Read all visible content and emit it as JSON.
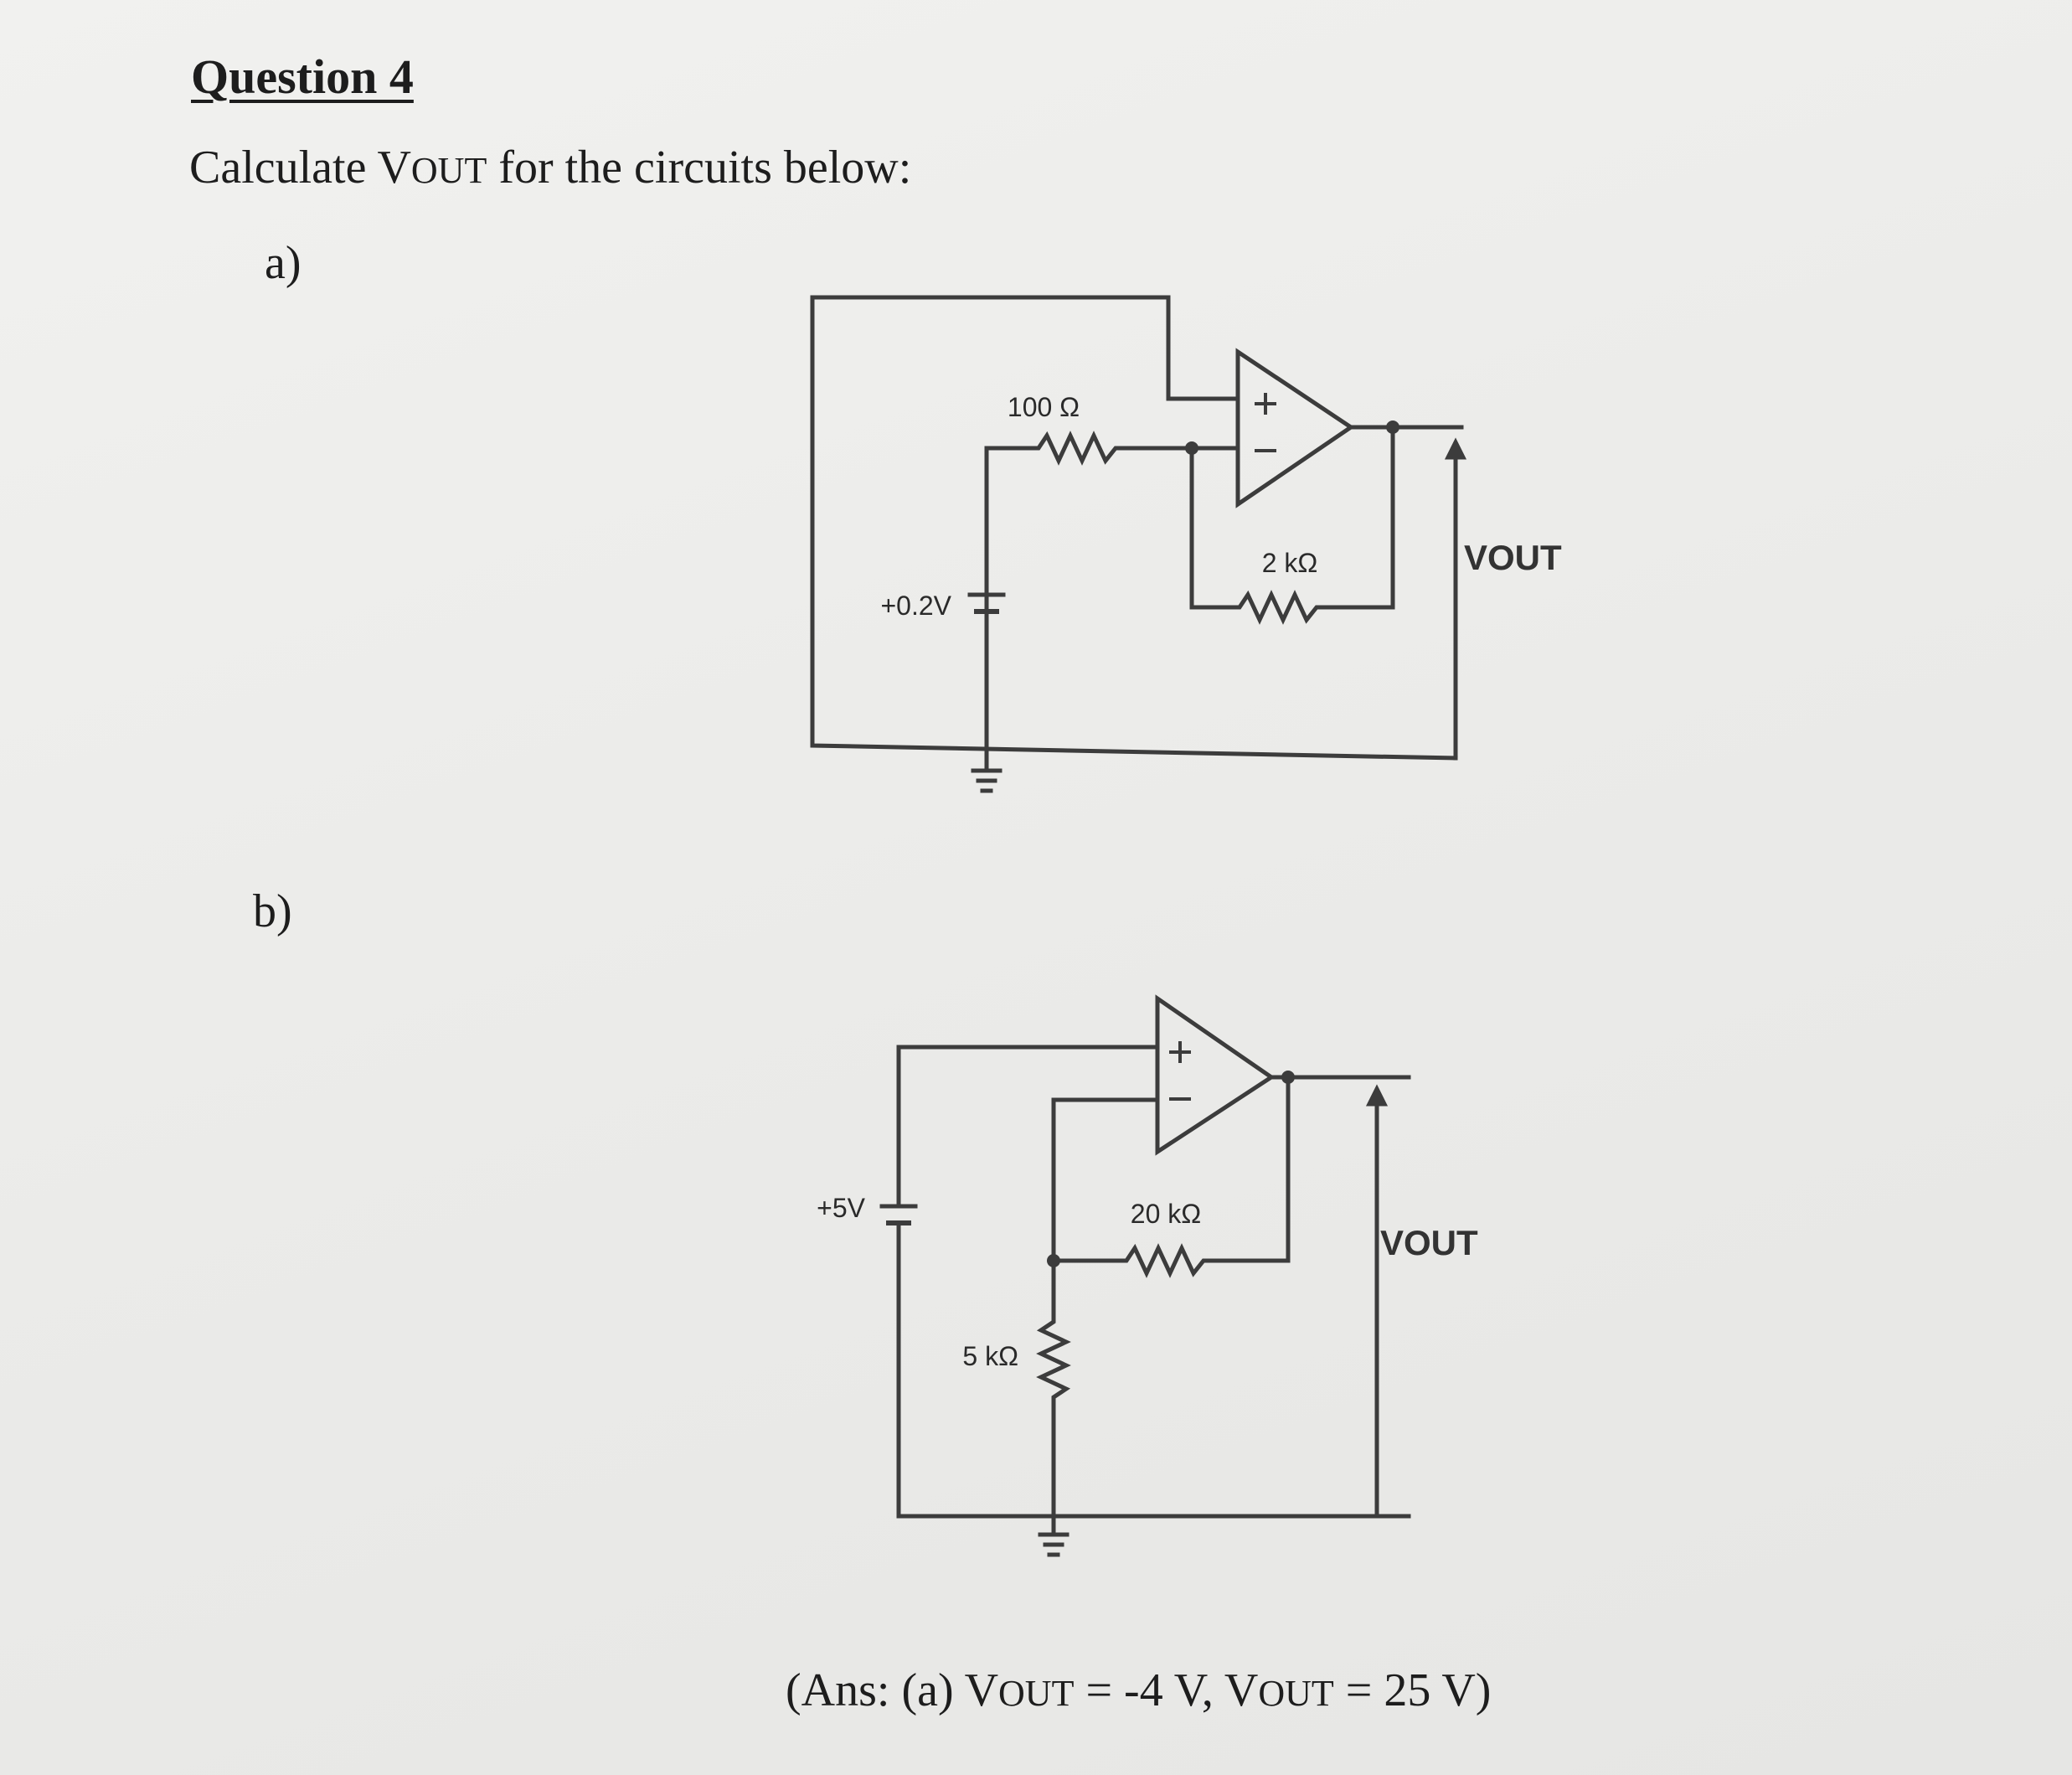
{
  "question": {
    "heading": "Question 4",
    "prompt_before": "Calculate V",
    "prompt_sub": "OUT",
    "prompt_after": " for the circuits below:"
  },
  "parts": {
    "a": {
      "label": "a)",
      "resistor_in": "100 Ω",
      "resistor_fb": "2 kΩ",
      "source": "+0.2V",
      "output": "VOUT"
    },
    "b": {
      "label": "b)",
      "resistor_fb": "20 kΩ",
      "resistor_gnd": "5 kΩ",
      "source": "+5V",
      "output": "VOUT"
    }
  },
  "answer": {
    "open": "(Ans: (a) V",
    "sub1": "OUT",
    "mid": " = -4 V, V",
    "sub2": "OUT",
    "close": " = 25 V)"
  }
}
